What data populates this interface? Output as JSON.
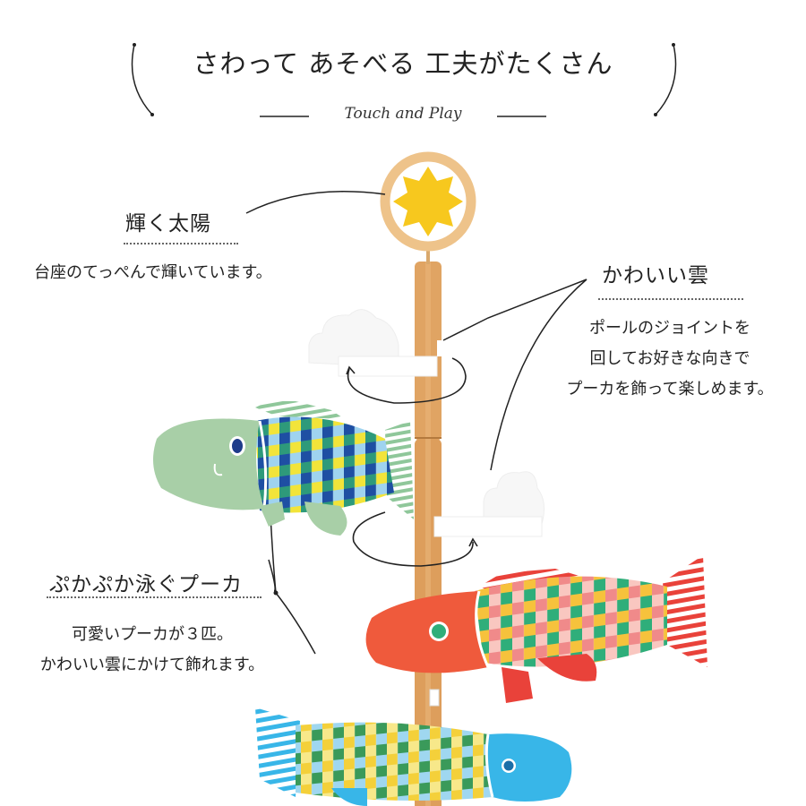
{
  "header": {
    "title": "さわって あそべる 工夫がたくさん",
    "subtitle": "Touch and Play"
  },
  "features": {
    "sun": {
      "heading": "輝く太陽",
      "description": "台座のてっぺんで輝いています。"
    },
    "cloud": {
      "heading": "かわいい雲",
      "description": [
        "ポールのジョイントを",
        "回してお好きな向きで",
        "プーカを飾って楽しめます。"
      ]
    },
    "fish": {
      "heading": "ぷかぷか泳ぐプーカ",
      "description": [
        "可愛いプーカが３匹。",
        "かわいい雲にかけて飾れます。"
      ]
    }
  },
  "colors": {
    "sun": "#f7c81e",
    "wood": "#e0a463",
    "green_fish": "#a8cfa7",
    "red_fish": "#ef5a3c",
    "blue_fish": "#38b6e8"
  }
}
